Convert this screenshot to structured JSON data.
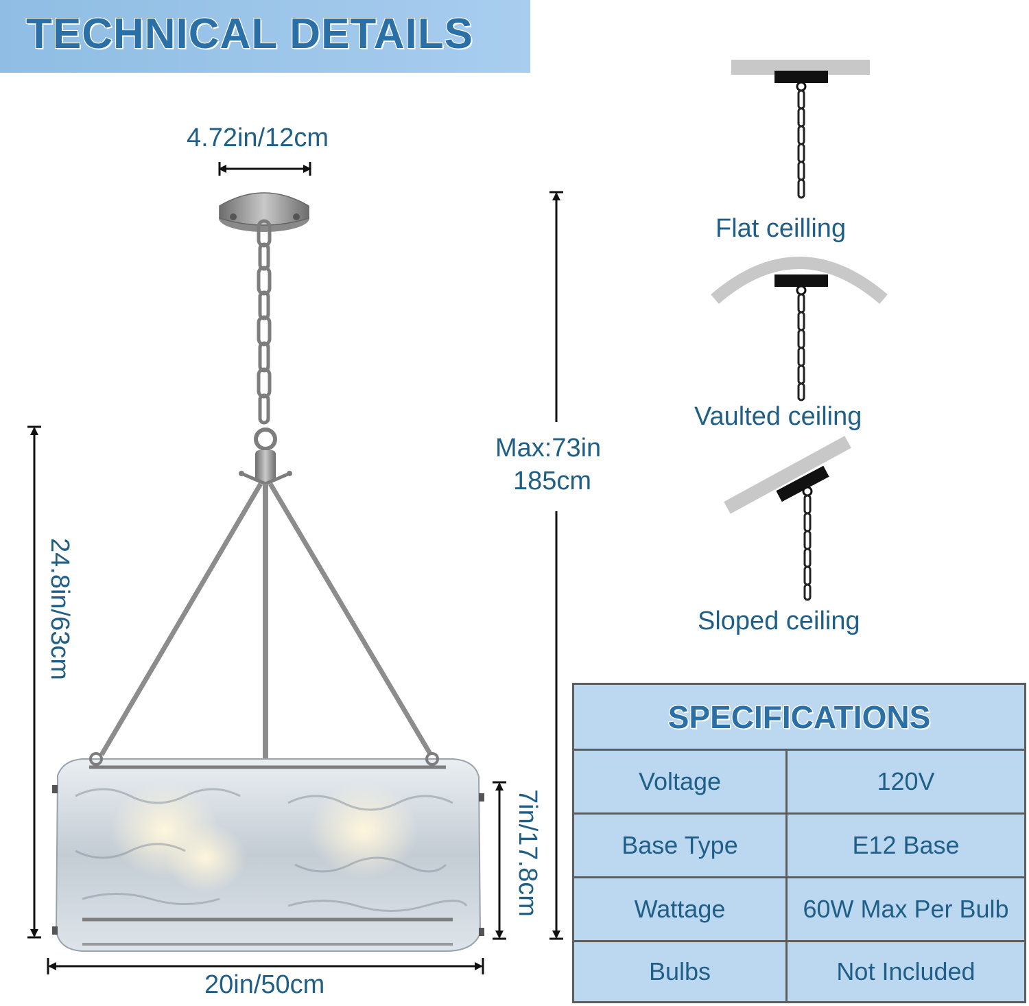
{
  "header": {
    "title": "TECHNICAL DETAILS"
  },
  "dimensions": {
    "canopy_width": "4.72in/12cm",
    "total_height": "24.8in/63cm",
    "max_height_line1": "Max:73in",
    "max_height_line2": "185cm",
    "shade_height": "7in/17.8cm",
    "shade_width": "20in/50cm"
  },
  "ceilings": [
    {
      "label": "Flat ceilling",
      "icon": "flat-ceiling-icon"
    },
    {
      "label": "Vaulted ceiling",
      "icon": "vaulted-ceiling-icon"
    },
    {
      "label": "Sloped ceiling",
      "icon": "sloped-ceiling-icon"
    }
  ],
  "specifications": {
    "title": "SPECIFICATIONS",
    "rows": [
      {
        "key": "Voltage",
        "value": "120V"
      },
      {
        "key": "Base Type",
        "value": "E12 Base"
      },
      {
        "key": "Wattage",
        "value": "60W Max Per Bulb"
      },
      {
        "key": "Bulbs",
        "value": "Not Included"
      }
    ]
  },
  "colors": {
    "accent": "#2a6fa6",
    "text": "#1f5f87",
    "banner": "#a8cdef",
    "table_bg": "#bcd8f0",
    "ceiling_grey": "#c8c8c8"
  }
}
